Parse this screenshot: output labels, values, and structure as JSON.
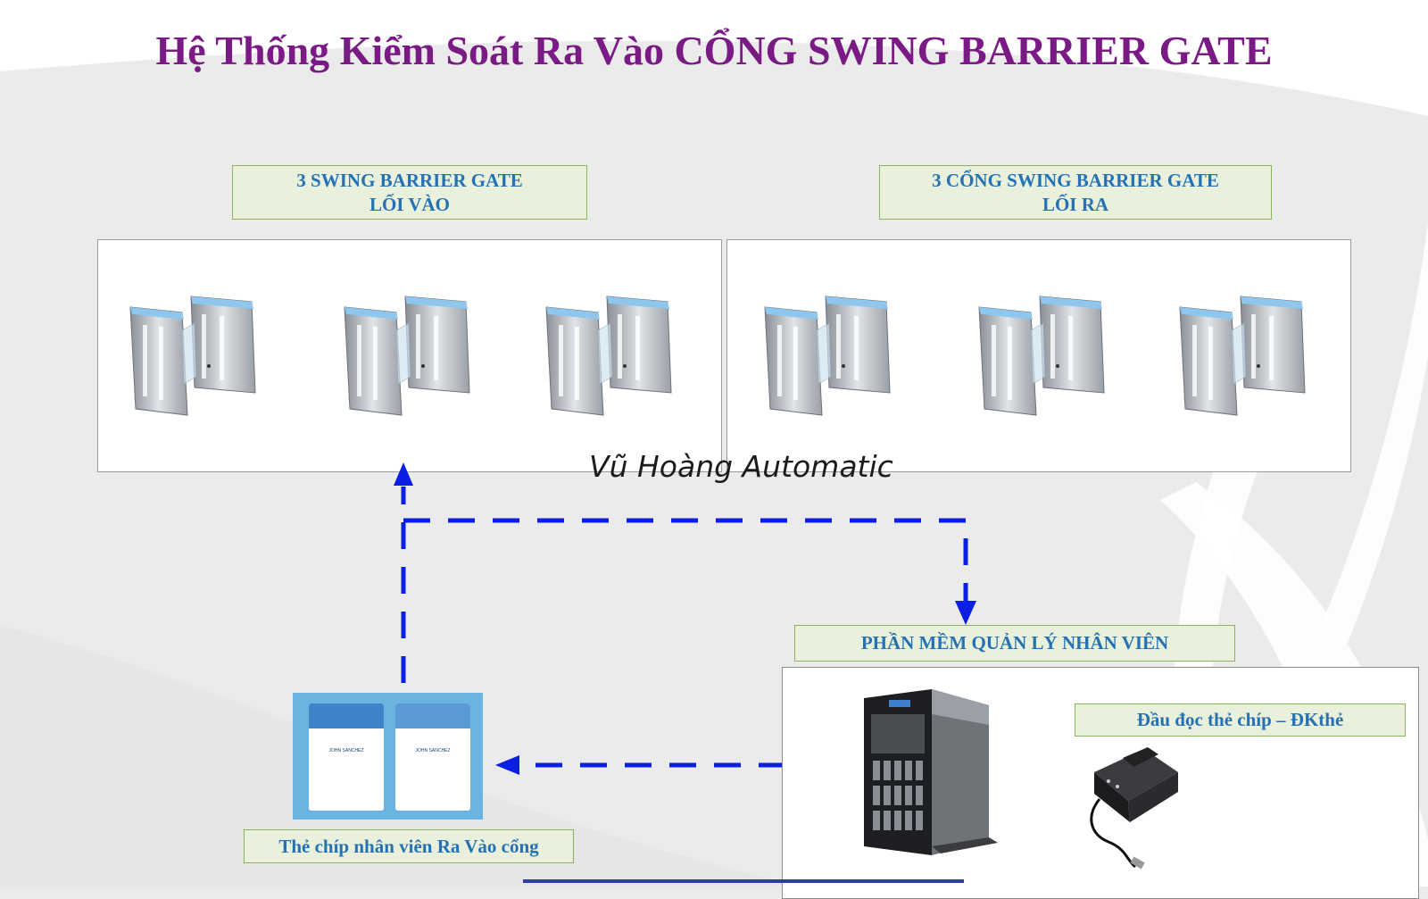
{
  "title": "Hệ Thống Kiểm Soát Ra Vào CỔNG SWING BARRIER GATE",
  "entry_label": {
    "line1": "3 SWING BARRIER GATE",
    "line2": "LỐI VÀO"
  },
  "exit_label": {
    "line1": "3 CỔNG SWING BARRIER GATE",
    "line2": "LỐI RA"
  },
  "software_label": "PHẦN MỀM QUẢN LÝ NHÂN VIÊN",
  "reader_label": "Đầu đọc thẻ chíp – ĐKthẻ",
  "card_label": "Thẻ chíp nhân viên Ra Vào cổng",
  "watermark": "Vũ Hoàng Automatic",
  "card_names": [
    "JOHN SANCHEZ",
    "JOHN SANCHEZ"
  ],
  "colors": {
    "title": "#7a1a84",
    "label_text": "#2472b4",
    "label_fill": "#e9f0dc",
    "label_border": "#8cb25a",
    "arrow": "#0a1ee6"
  },
  "icons": [
    "swing-gate-icon",
    "id-card-icon",
    "server-tower-icon",
    "card-reader-icon",
    "arrow-icon"
  ]
}
